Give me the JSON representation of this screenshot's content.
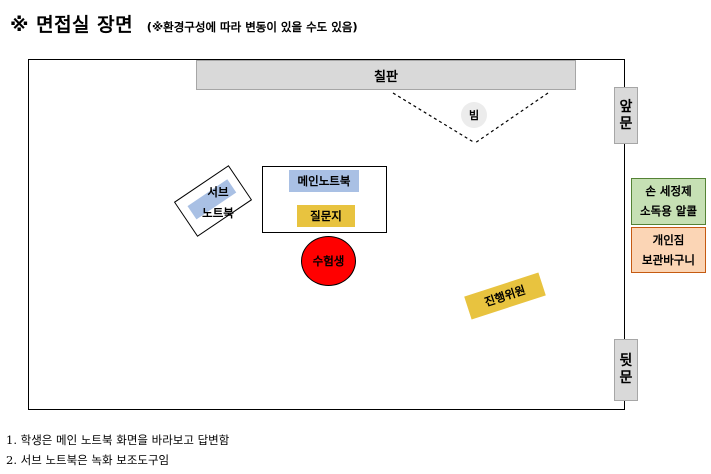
{
  "title": {
    "main": "※ 면접실 장면",
    "note": "(※환경구성에 따라 변동이 있을 수도 있음)"
  },
  "room": {
    "blackboard": "칠판",
    "front_door": "앞문",
    "back_door": "뒷문",
    "camera": "빔",
    "desk": {
      "main_laptop": "메인노트북",
      "question_sheet": "질문지"
    },
    "sub_laptop": [
      "서브",
      "노트북"
    ],
    "student": "수험생",
    "proctor": "진행위원"
  },
  "side": {
    "sanitizer": [
      "손 세정제",
      "소독용 알콜"
    ],
    "basket": [
      "개인짐",
      "보관바구니"
    ]
  },
  "notes": [
    "1. 학생은 메인 노트북 화면을 바라보고 답변함",
    "2. 서브 노트북은 녹화 보조도구임"
  ],
  "colors": {
    "laptop_label": "#a9c0e4",
    "sheet_label": "#e8c33f",
    "student": "#ff0000",
    "sanitizer_fill": "#c6e0b4",
    "basket_fill": "#fbd5b5",
    "board": "#d9d9d9"
  }
}
